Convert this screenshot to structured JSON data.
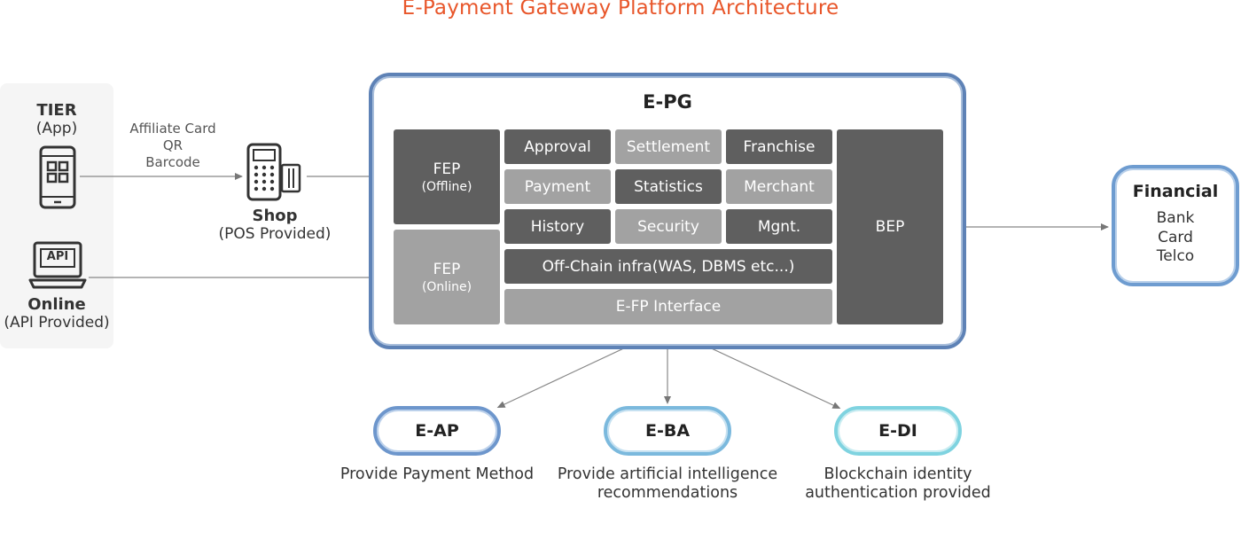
{
  "title": "E-Payment Gateway Platform Architecture",
  "tier": {
    "title": "TIER",
    "subtitle": "(App)"
  },
  "online": {
    "title": "Online",
    "subtitle": "(API Provided)",
    "icon_text": "API"
  },
  "channel_labels": [
    "Affiliate Card",
    "QR",
    "Barcode"
  ],
  "shop": {
    "title": "Shop",
    "subtitle": "(POS Provided)"
  },
  "epg": {
    "title": "E-PG",
    "fep_offline": {
      "label": "FEP",
      "sub": "(Offline)"
    },
    "fep_online": {
      "label": "FEP",
      "sub": "(Online)"
    },
    "modules": [
      "Approval",
      "Settlement",
      "Franchise",
      "Payment",
      "Statistics",
      "Merchant",
      "History",
      "Security",
      "Mgnt."
    ],
    "offchain": "Off-Chain infra(WAS, DBMS etc...)",
    "interface": "E-FP Interface",
    "bep": "BEP"
  },
  "financial": {
    "title": "Financial",
    "items": [
      "Bank",
      "Card",
      "Telco"
    ]
  },
  "bottom": [
    {
      "label": "E-AP",
      "desc": [
        "Provide Payment Method"
      ]
    },
    {
      "label": "E-BA",
      "desc": [
        "Provide artificial intelligence",
        "recommendations"
      ]
    },
    {
      "label": "E-DI",
      "desc": [
        "Blockchain identity",
        "authentication provided"
      ]
    }
  ],
  "colors": {
    "title": "#e8562a",
    "dark_cell": "#5f5f5f",
    "light_cell": "#a2a2a2",
    "epg_border": "#5e82b6"
  }
}
